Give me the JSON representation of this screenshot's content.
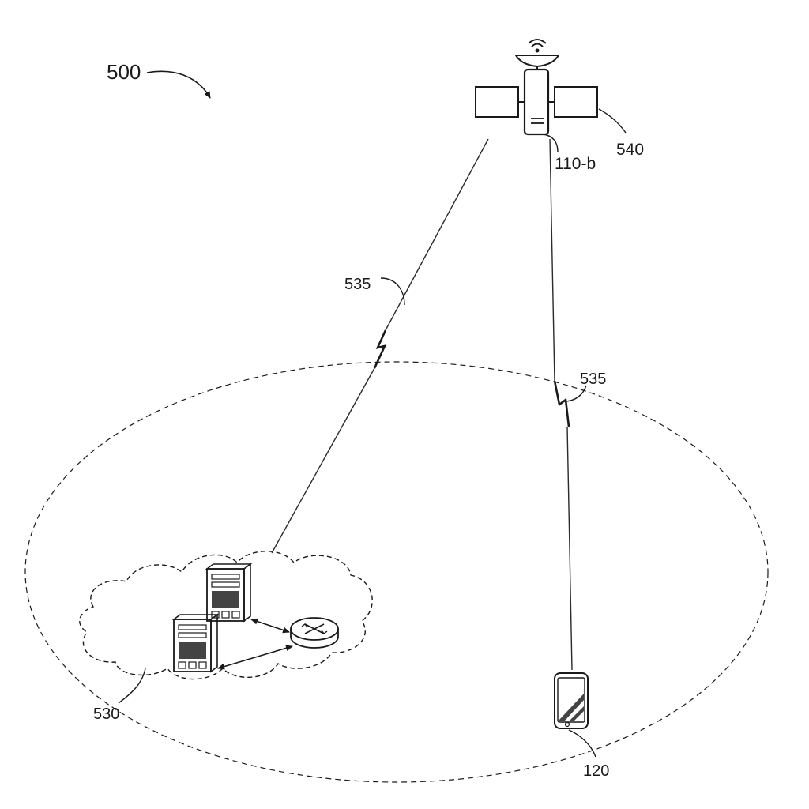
{
  "figure": {
    "labels": {
      "figure_number": "500",
      "satellite": "110-b",
      "solar_panel": "540",
      "link_left": "535",
      "link_right": "535",
      "ground_network": "530",
      "user_device": "120"
    }
  }
}
